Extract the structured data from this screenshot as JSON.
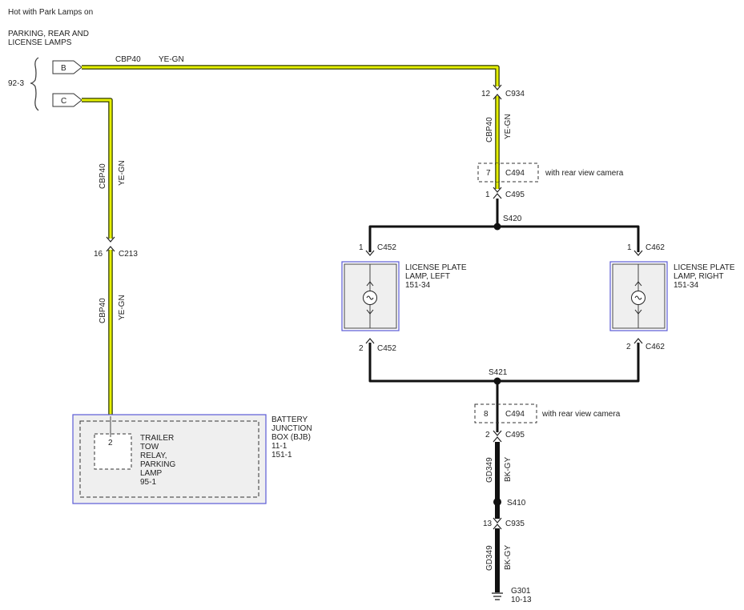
{
  "header": {
    "title": "Hot with Park Lamps on",
    "source_lines": [
      "PARKING, REAR AND",
      "LICENSE LAMPS"
    ],
    "source_ref": "92-3",
    "pin_b": "B",
    "pin_c": "C"
  },
  "wires": {
    "top_circuit": "CBP40",
    "top_color": "YE-GN",
    "left_circuit_1": "CBP40",
    "left_color_1": "YE-GN",
    "left_circuit_2": "CBP40",
    "left_color_2": "YE-GN",
    "right_circuit": "CBP40",
    "right_color": "YE-GN",
    "ground_circuit_1": "GD349",
    "ground_color_1": "BK-GY",
    "ground_circuit_2": "GD349",
    "ground_color_2": "BK-GY"
  },
  "connectors": {
    "c934": {
      "pin": "12",
      "name": "C934"
    },
    "c494_top": {
      "pin": "7",
      "name": "C494",
      "note": "with rear view camera"
    },
    "c495_top": {
      "pin": "1",
      "name": "C495"
    },
    "c213": {
      "pin": "16",
      "name": "C213"
    },
    "c452_top": {
      "pin": "1",
      "name": "C452"
    },
    "c452_bottom": {
      "pin": "2",
      "name": "C452"
    },
    "c462_top": {
      "pin": "1",
      "name": "C462"
    },
    "c462_bottom": {
      "pin": "2",
      "name": "C462"
    },
    "c494_bottom": {
      "pin": "8",
      "name": "C494",
      "note": "with rear view camera"
    },
    "c495_bottom": {
      "pin": "2",
      "name": "C495"
    },
    "c935": {
      "pin": "13",
      "name": "C935"
    }
  },
  "splices": {
    "s420": "S420",
    "s421": "S421",
    "s410": "S410"
  },
  "lamps": {
    "left": {
      "lines": [
        "LICENSE PLATE",
        "LAMP, LEFT",
        "151-34"
      ]
    },
    "right": {
      "lines": [
        "LICENSE PLATE",
        "LAMP, RIGHT",
        "151-34"
      ]
    }
  },
  "bjb": {
    "pin": "2",
    "relay_lines": [
      "TRAILER",
      "TOW",
      "RELAY,",
      "PARKING",
      "LAMP",
      "95-1"
    ],
    "box_lines": [
      "BATTERY",
      "JUNCTION",
      "BOX (BJB)",
      "11-1",
      "151-1"
    ]
  },
  "ground": {
    "name": "G301",
    "ref": "10-13"
  },
  "colors": {
    "wire_yellow": "#e6f000",
    "wire_dark": "#2f3a00",
    "ground_wire": "#111111",
    "component_border": "#5a5ad6",
    "component_fill": "#efefef"
  }
}
